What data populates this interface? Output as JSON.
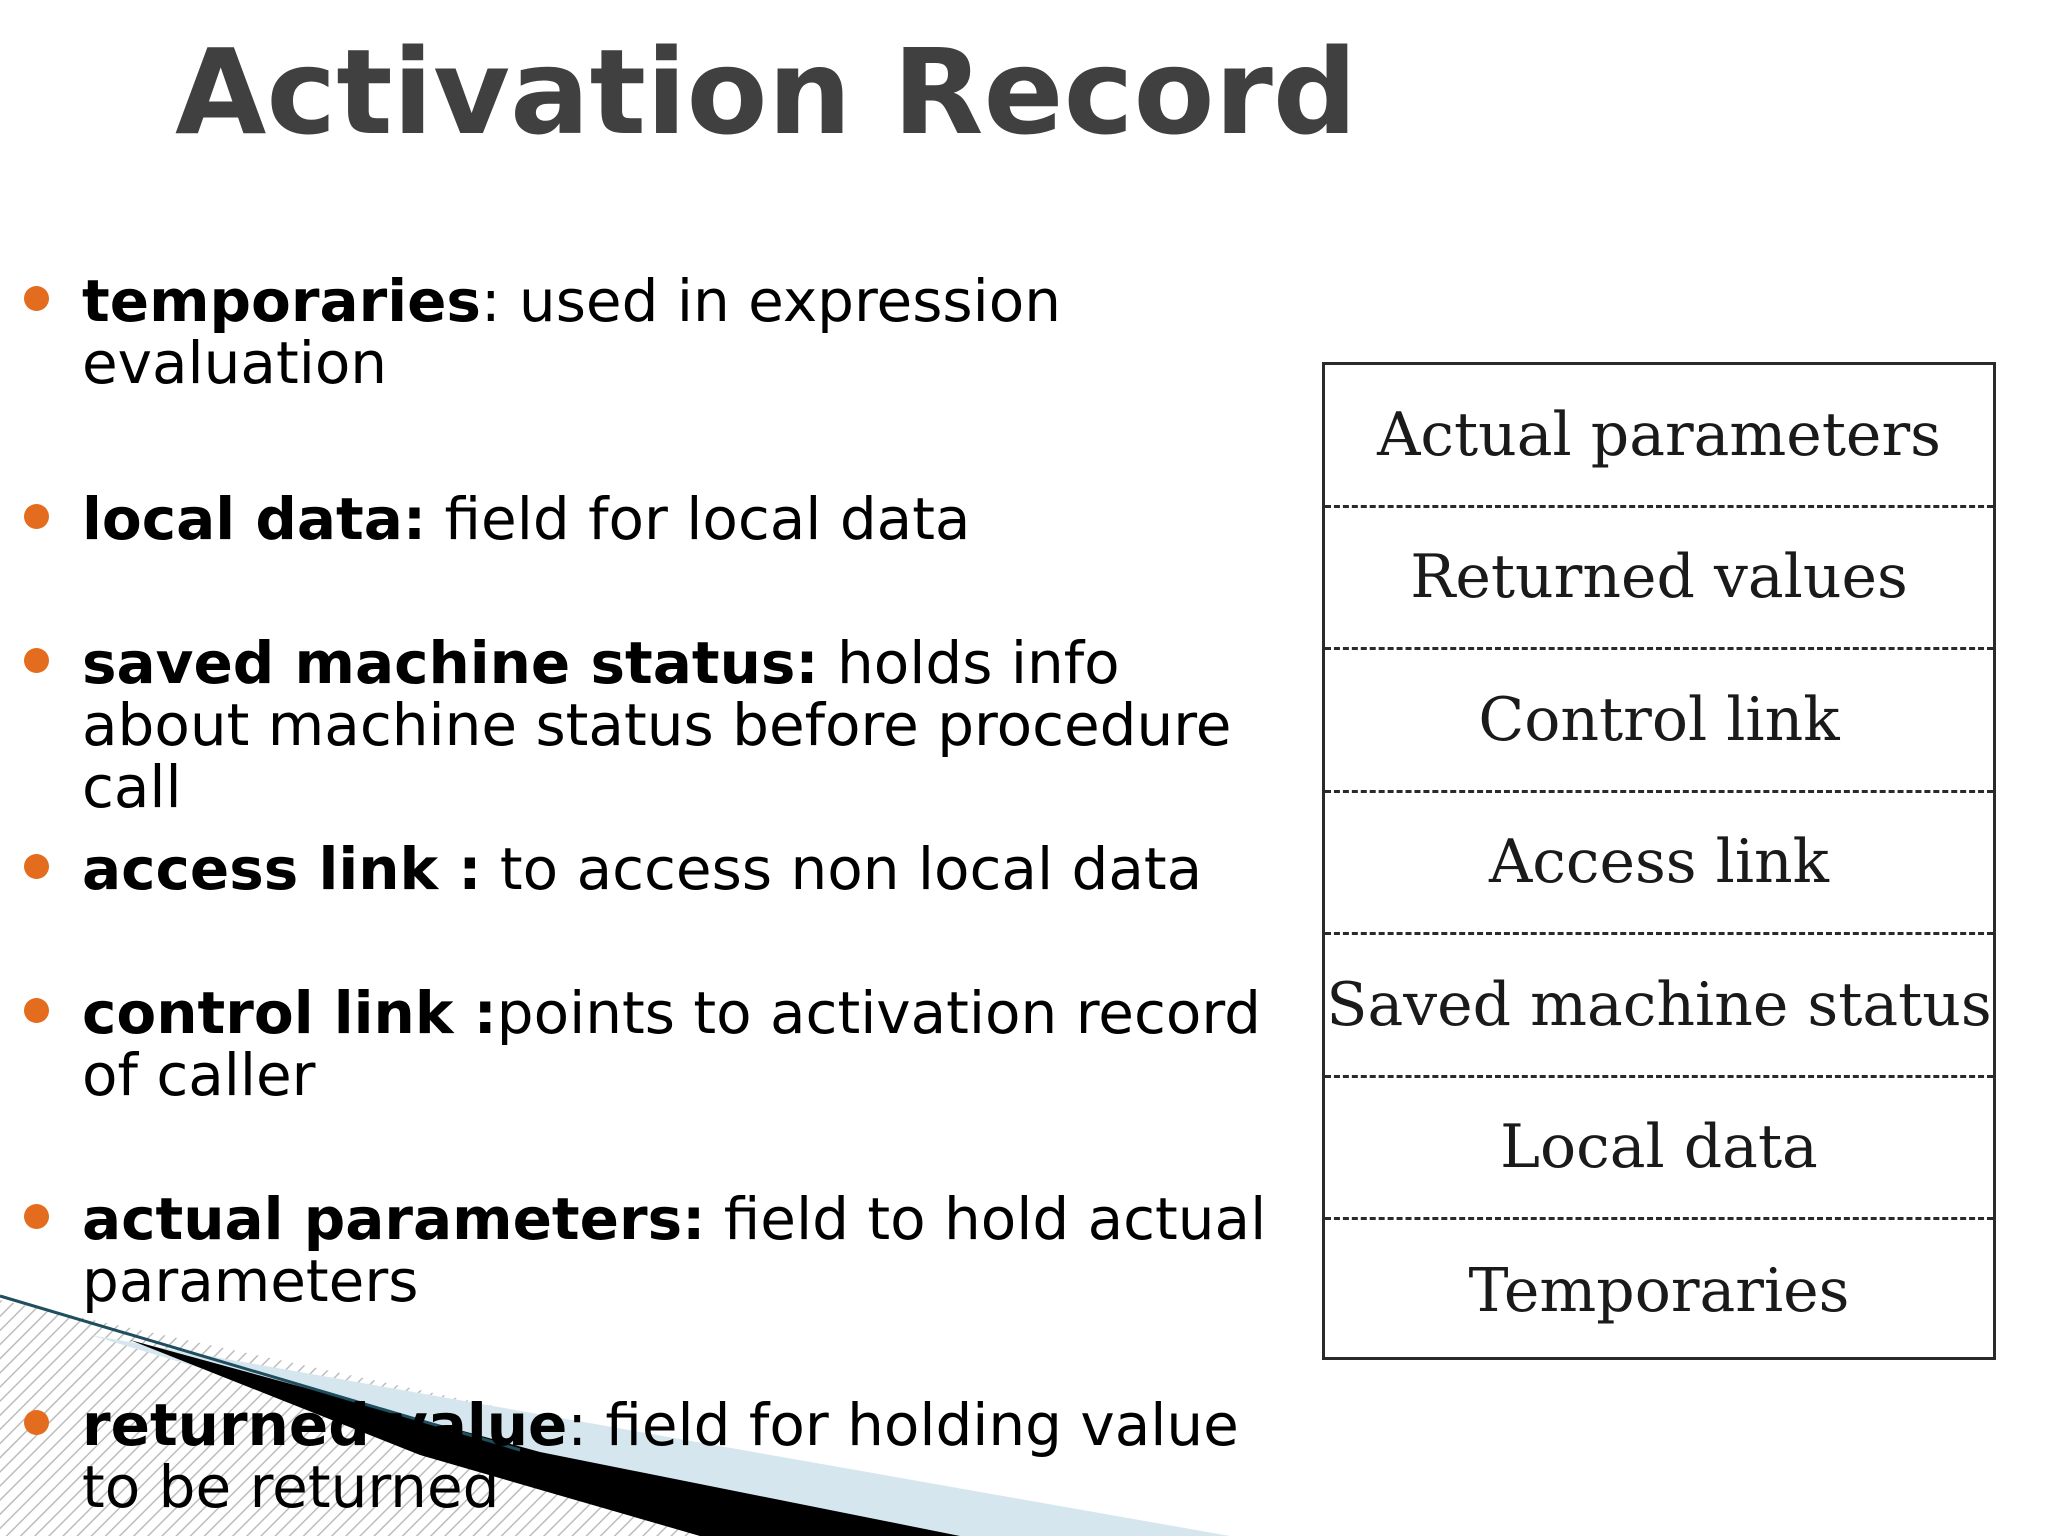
{
  "slide": {
    "title": "Activation Record",
    "bullets": [
      {
        "term": "temporaries",
        "desc": ": used in expression evaluation"
      },
      {
        "term": "local data:",
        "desc": " field for local data"
      },
      {
        "term": "saved machine status:",
        "desc": " holds info about machine status before procedure call"
      },
      {
        "term": "access link :",
        "desc": " to access non local data"
      },
      {
        "term": "control link :",
        "desc": "points to activation record of caller"
      },
      {
        "term": "actual parameters:",
        "desc": " field to hold actual parameters"
      },
      {
        "term": "returned value",
        "desc": ": field for holding value to be returned"
      }
    ],
    "record_fields": [
      "Actual parameters",
      "Returned values",
      "Control link",
      "Access link",
      "Saved machine status",
      "Local data",
      "Temporaries"
    ]
  },
  "colors": {
    "title": "#404040",
    "bullet_marker": "#e46c1e",
    "text": "#000000",
    "decor_light": "#d6e6ee",
    "decor_dark": "#000000"
  },
  "icons": {
    "bullet_marker": "orange-dot-icon"
  }
}
